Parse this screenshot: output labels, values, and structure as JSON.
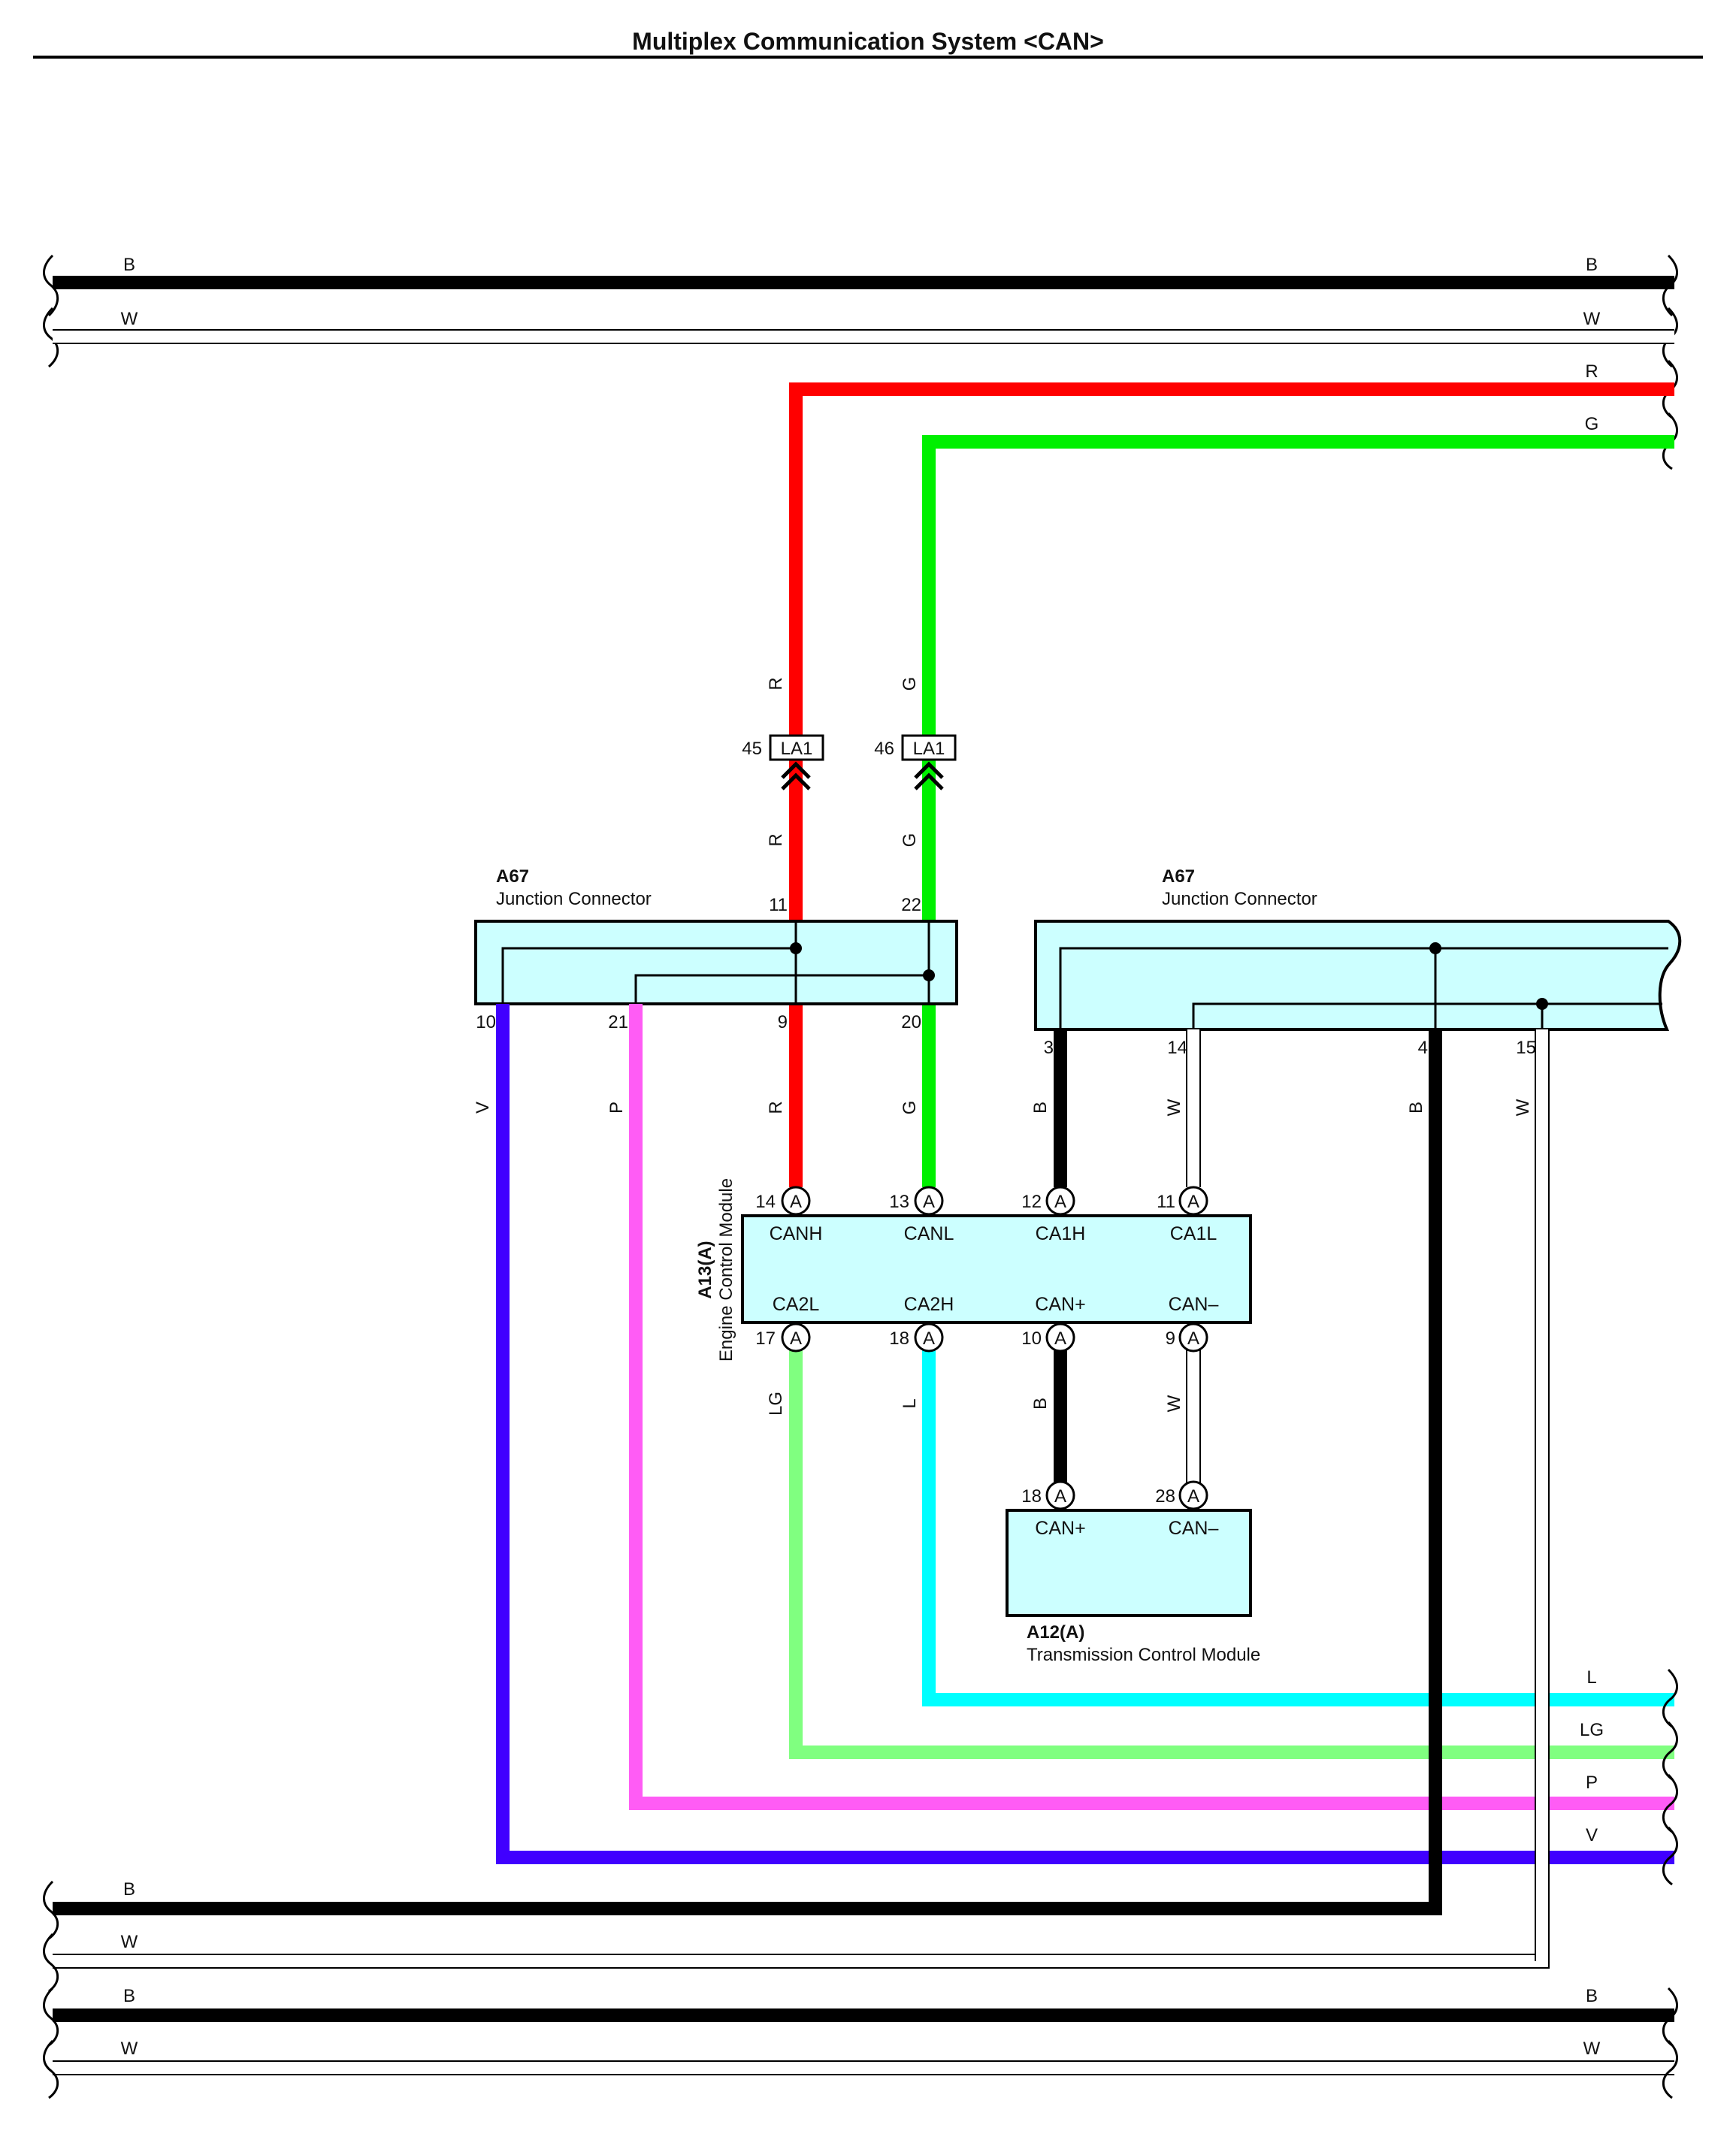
{
  "title": "Multiplex Communication System <CAN>",
  "colors": {
    "B": "#000000",
    "W": "#ffffff",
    "R": "#ff0000",
    "G": "#00f000",
    "V": "#4000ff",
    "P": "#ff5cf5",
    "LG": "#80ff80",
    "L": "#00ffff",
    "box_fill": "#ccffff"
  },
  "wire_codes": {
    "B": "B",
    "W": "W",
    "R": "R",
    "G": "G",
    "V": "V",
    "P": "P",
    "LG": "LG",
    "L": "L"
  },
  "connectors": {
    "la1_left": {
      "pin": "45",
      "name": "LA1"
    },
    "la1_right": {
      "pin": "46",
      "name": "LA1"
    },
    "a67_left": {
      "code": "A67",
      "name": "Junction Connector",
      "pins": {
        "top_11": "11",
        "top_22": "22",
        "bot_10": "10",
        "bot_21": "21",
        "bot_9": "9",
        "bot_20": "20"
      }
    },
    "a67_right": {
      "code": "A67",
      "name": "Junction Connector",
      "pins": {
        "bot_3": "3",
        "bot_14": "14",
        "bot_4": "4",
        "bot_15": "15"
      }
    }
  },
  "ecm": {
    "code": "A13(A)",
    "name": "Engine Control Module",
    "pin_letter": "A",
    "top_pins": [
      {
        "num": "14",
        "sig": "CANH"
      },
      {
        "num": "13",
        "sig": "CANL"
      },
      {
        "num": "12",
        "sig": "CA1H"
      },
      {
        "num": "11",
        "sig": "CA1L"
      }
    ],
    "bottom_pins": [
      {
        "num": "17",
        "sig": "CA2L"
      },
      {
        "num": "18",
        "sig": "CA2H"
      },
      {
        "num": "10",
        "sig": "CAN+"
      },
      {
        "num": "9",
        "sig": "CAN–"
      }
    ]
  },
  "tcm": {
    "code": "A12(A)",
    "name": "Transmission Control Module",
    "pin_letter": "A",
    "top_pins": [
      {
        "num": "18",
        "sig": "CAN+"
      },
      {
        "num": "28",
        "sig": "CAN–"
      }
    ]
  }
}
